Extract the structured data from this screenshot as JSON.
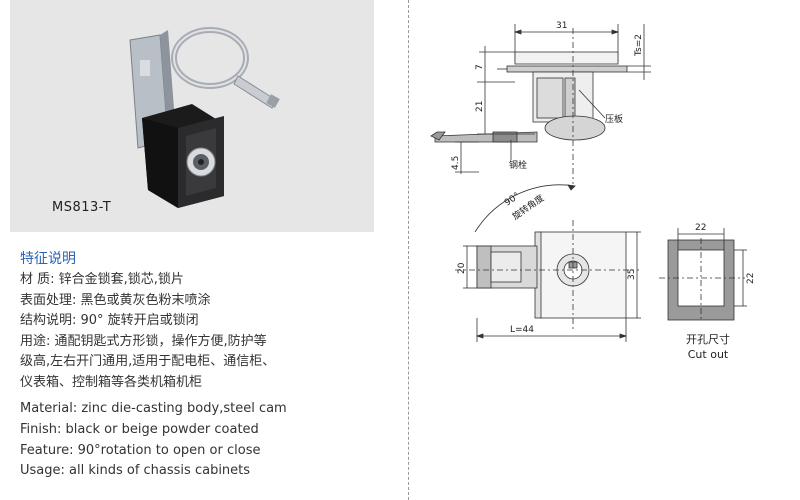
{
  "product": {
    "model": "MS813-T"
  },
  "features": {
    "title": "特征说明",
    "cn_lines": [
      "材      质: 锌合金锁套,锁芯,锁片",
      "表面处理: 黑色或黄灰色粉末喷涂",
      "结构说明: 90°  旋转开启或锁闭",
      "用途: 通配钥匙式方形锁，操作方便,防护等",
      "级高,左右开门通用,适用于配电柜、通信柜、",
      "仪表箱、控制箱等各类机箱机柜"
    ],
    "en_lines": [
      "Material: zinc die-casting body,steel cam",
      "Finish: black or beige powder coated",
      "Feature: 90°rotation to open or close",
      "Usage: all kinds of chassis cabinets"
    ]
  },
  "drawing": {
    "side": {
      "width_31": "31",
      "thickness": "Ts=2",
      "height_7": "7",
      "height_21": "21",
      "height_4_5": "4.5",
      "label_plate": "压板",
      "label_pin": "钢栓"
    },
    "front": {
      "angle": "90°",
      "angle_label": "旋转角度",
      "height_20": "20",
      "height_35": "35",
      "length": "L=44"
    },
    "cutout": {
      "width_22": "22",
      "height_22": "22",
      "label_cn": "开孔尺寸",
      "label_en": "Cut out"
    }
  }
}
